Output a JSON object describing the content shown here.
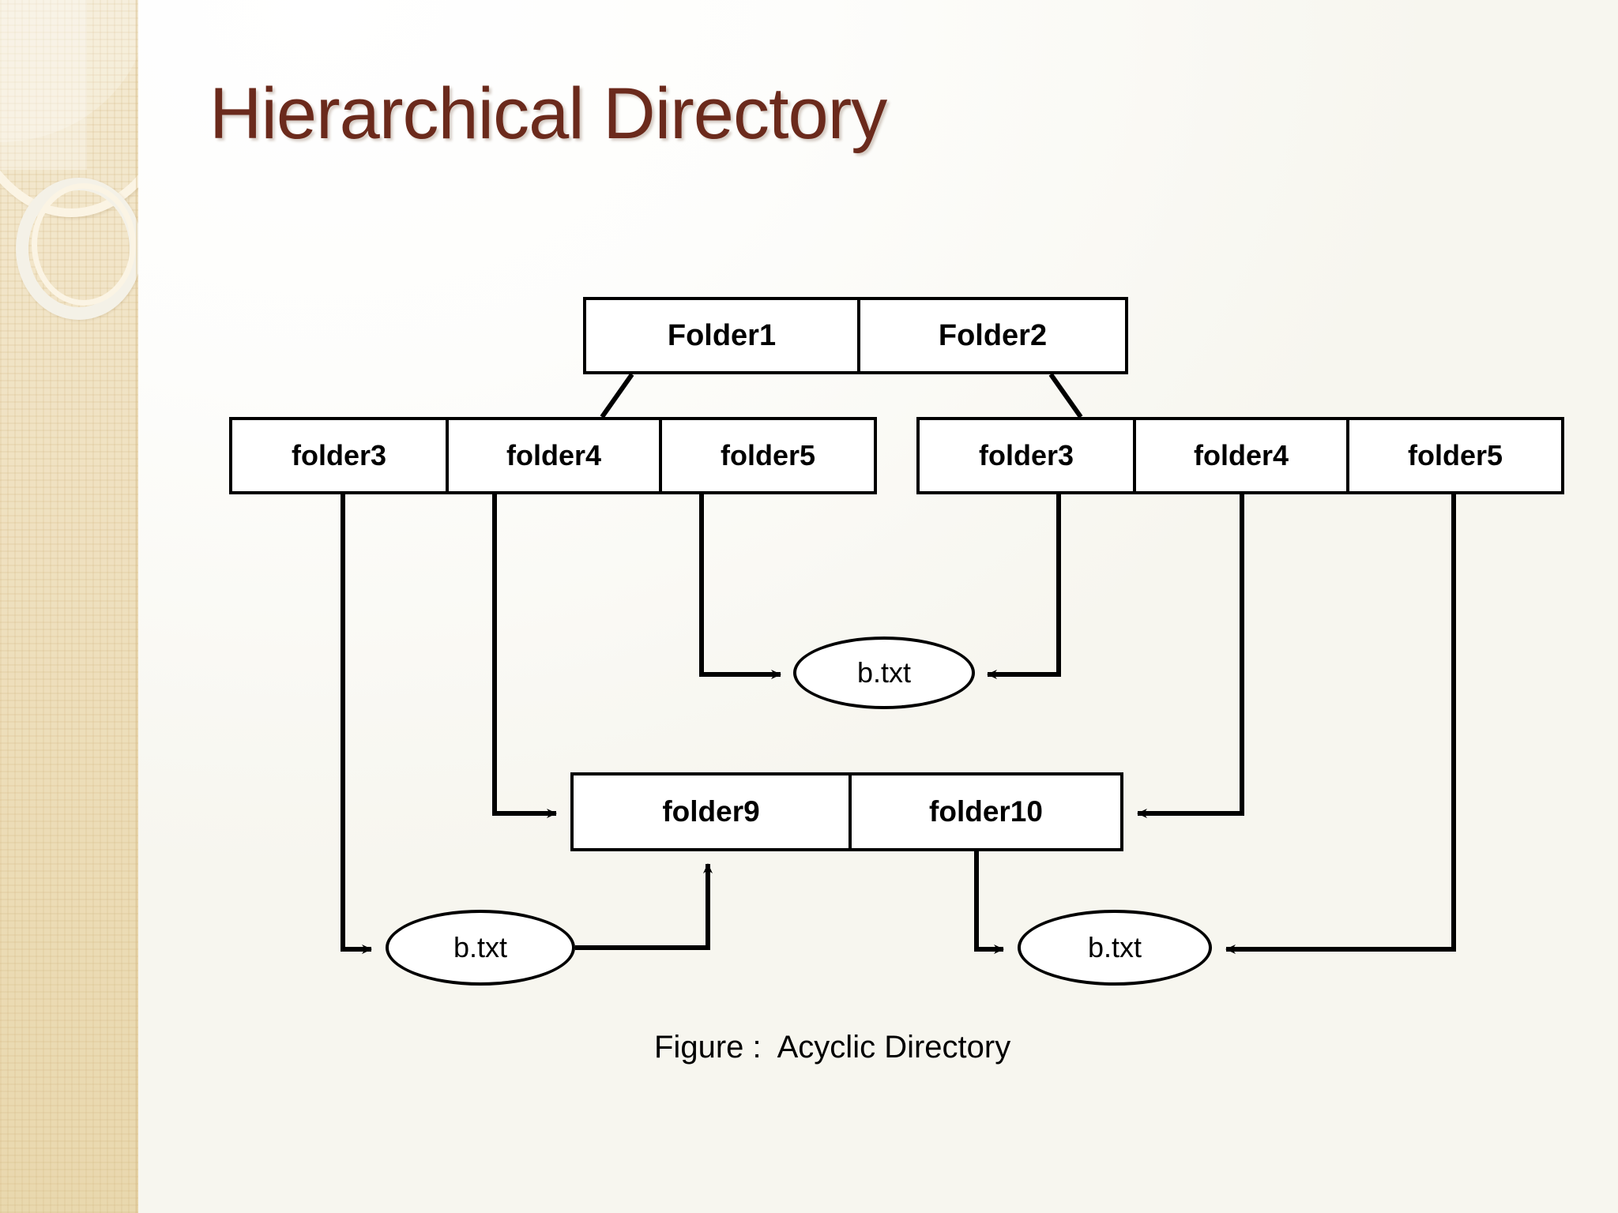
{
  "slide": {
    "title": "Hierarchical Directory",
    "title_color": "#6B2A1C",
    "background_color": "#FFFFFF",
    "accent_band_color": "#EFE1C2"
  },
  "diagram": {
    "caption": "Figure :  Acyclic Directory",
    "stroke_color": "#000000",
    "fill_color": "#FFFFFF",
    "root_row": {
      "cells": [
        {
          "label": "Folder1"
        },
        {
          "label": "Folder2"
        }
      ]
    },
    "left_row": {
      "cells": [
        {
          "label": "folder3"
        },
        {
          "label": "folder4"
        },
        {
          "label": "folder5"
        }
      ]
    },
    "right_row": {
      "cells": [
        {
          "label": "folder3"
        },
        {
          "label": "folder4"
        },
        {
          "label": "folder5"
        }
      ]
    },
    "mid_row": {
      "cells": [
        {
          "label": "folder9"
        },
        {
          "label": "folder10"
        }
      ]
    },
    "files": [
      {
        "id": "file-mid",
        "label": "b.txt"
      },
      {
        "id": "file-bottom-left",
        "label": "b.txt"
      },
      {
        "id": "file-bottom-right",
        "label": "b.txt"
      }
    ],
    "edges": [
      {
        "from": "Folder1",
        "to": "left-row",
        "style": "diagonal"
      },
      {
        "from": "Folder2",
        "to": "right-row",
        "style": "diagonal"
      },
      {
        "from": "left.folder3",
        "to": "file-bottom-left",
        "style": "orthogonal-arrow"
      },
      {
        "from": "left.folder4",
        "to": "folder9",
        "style": "orthogonal-arrow"
      },
      {
        "from": "left.folder5",
        "to": "file-mid",
        "style": "orthogonal-arrow"
      },
      {
        "from": "right.folder3",
        "to": "file-mid",
        "style": "orthogonal-arrow"
      },
      {
        "from": "right.folder4",
        "to": "folder10",
        "style": "orthogonal-arrow"
      },
      {
        "from": "right.folder5",
        "to": "file-bottom-right",
        "style": "orthogonal-arrow"
      },
      {
        "from": "file-bottom-left",
        "to": "folder9",
        "style": "orthogonal-arrow"
      },
      {
        "from": "folder10",
        "to": "file-bottom-right",
        "style": "orthogonal-arrow"
      }
    ]
  }
}
